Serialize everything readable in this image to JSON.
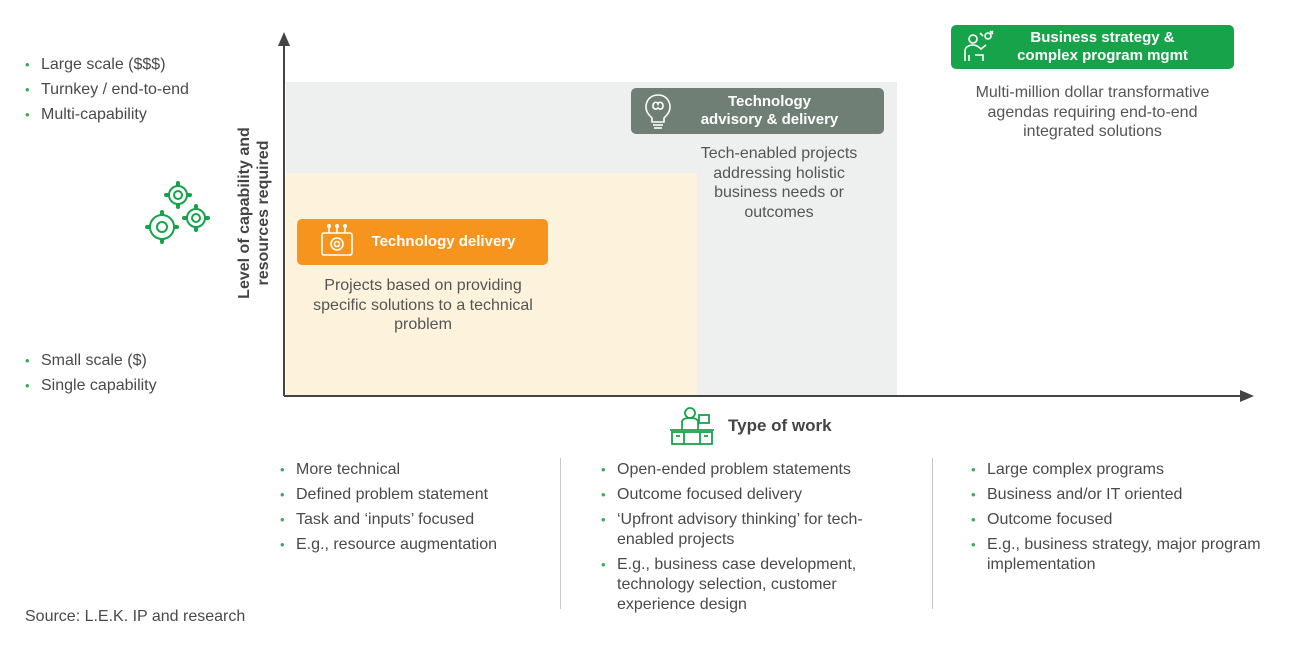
{
  "y_axis": {
    "label_line1": "Level of capability and",
    "label_line2": "resources required",
    "top_items": [
      "Large scale ($$$)",
      "Turnkey / end-to-end",
      "Multi-capability"
    ],
    "bottom_items": [
      "Small scale ($)",
      "Single capability"
    ],
    "icon": "gears-icon"
  },
  "x_axis": {
    "label": "Type of work",
    "icon": "desk-worker-icon"
  },
  "zones": {
    "delivery": {
      "title": "Technology delivery",
      "description": [
        "Projects based on providing",
        "specific solutions to a technical",
        "problem"
      ],
      "color": "#f7941d",
      "fill": "#fdf2dc",
      "icon": "gear-circuit-icon"
    },
    "advisory": {
      "title_line1": "Technology",
      "title_line2": "advisory & delivery",
      "description": [
        "Tech-enabled projects",
        "addressing holistic",
        "business needs or",
        "outcomes"
      ],
      "color": "#6f7f76",
      "fill": "#eef0ef",
      "icon": "lightbulb-brain-icon"
    },
    "strategy": {
      "title_line1": "Business strategy &",
      "title_line2": "complex program mgmt",
      "description": [
        "Multi-million dollar transformative",
        "agendas requiring end-to-end",
        "integrated  solutions"
      ],
      "color": "#16a34a",
      "icon": "strategy-person-icon"
    }
  },
  "columns": [
    {
      "items": [
        "More technical",
        "Defined problem statement",
        "Task and ‘inputs’ focused",
        "E.g., resource augmentation"
      ]
    },
    {
      "items": [
        "Open-ended problem statements",
        "Outcome focused delivery",
        "‘Upfront advisory thinking’ for tech-enabled projects",
        "E.g., business case development, technology selection, customer experience design"
      ]
    },
    {
      "items": [
        "Large complex programs",
        "Business and/or IT oriented",
        "Outcome focused",
        "E.g., business strategy, major program implementation"
      ]
    }
  ],
  "source": "Source: L.E.K. IP and research"
}
